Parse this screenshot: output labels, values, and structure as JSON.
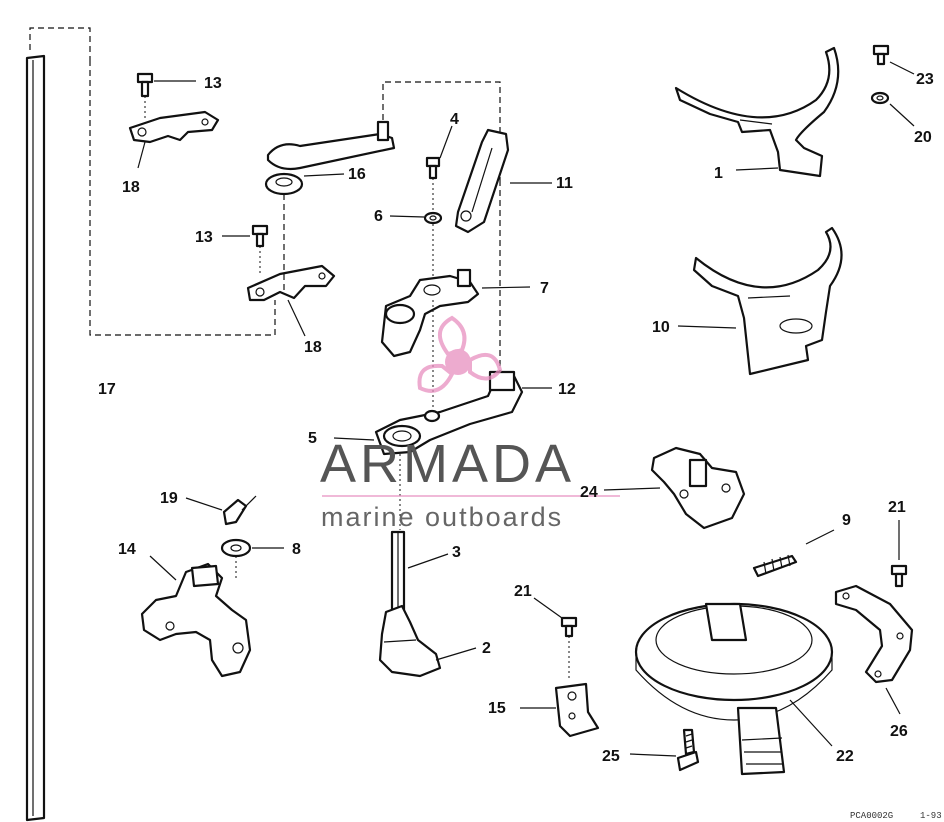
{
  "diagram": {
    "part_numbers": {
      "p1": "1",
      "p2": "2",
      "p3": "3",
      "p4": "4",
      "p5": "5",
      "p6": "6",
      "p7": "7",
      "p8": "8",
      "p9": "9",
      "p10": "10",
      "p11": "11",
      "p12": "12",
      "p13a": "13",
      "p13b": "13",
      "p14": "14",
      "p15": "15",
      "p16": "16",
      "p17": "17",
      "p18a": "18",
      "p18b": "18",
      "p19": "19",
      "p20": "20",
      "p21a": "21",
      "p21b": "21",
      "p22": "22",
      "p23": "23",
      "p24": "24",
      "p25": "25",
      "p26": "26"
    },
    "footer_code": "PCA0002G",
    "footer_date": "1-93"
  },
  "watermark": {
    "brand": "ARMADA",
    "tagline": "marine outboards",
    "brand_color": "#e88fc0",
    "text_color": "#555555"
  }
}
